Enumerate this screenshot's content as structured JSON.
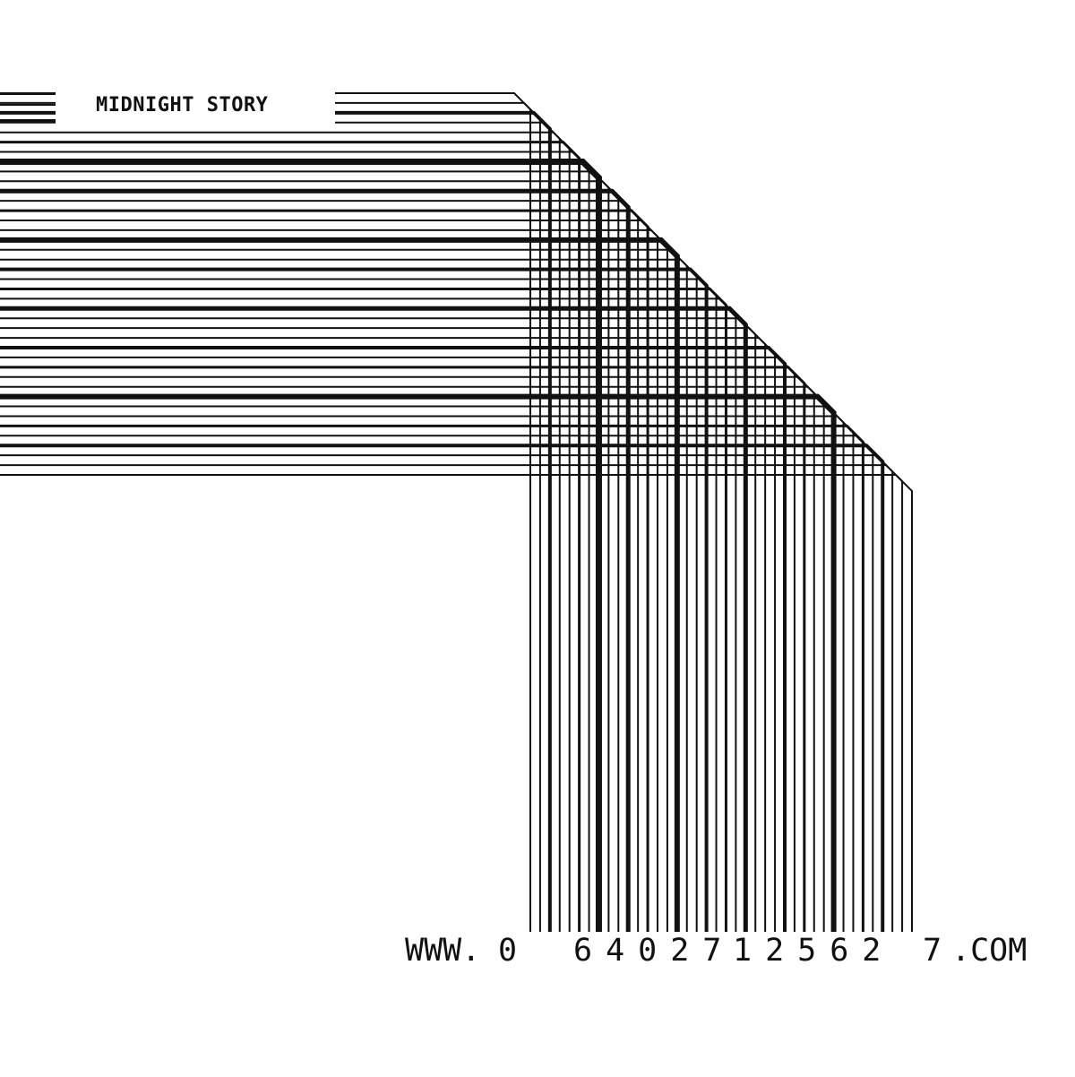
{
  "title": "MIDNIGHT STORY",
  "barcode_text": {
    "prefix": "WWW.",
    "lead_digit": "0",
    "left_group": "64027",
    "right_group": "12562",
    "check_digit": "7",
    "suffix": ".COM"
  },
  "colors": {
    "background": "#ffffff",
    "ink": "#111111"
  }
}
